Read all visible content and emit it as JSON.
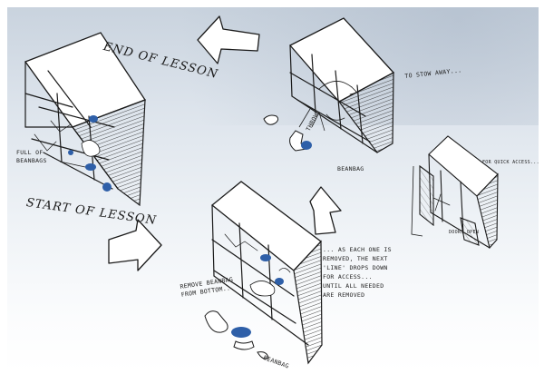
{
  "sketch": {
    "end_label": "End of Lesson",
    "start_label": "Start of Lesson",
    "full_label": "Full of\nbeanbags",
    "stow_label": "to stow away...",
    "throw_label": "Throw",
    "beanbag_top_label": "Beanbag",
    "quick_access_label": "for quick access...",
    "doors_open_label": "doors open",
    "remove_label": "Remove beanbag\nfrom bottom...",
    "as_each_label": "... as each one is\nremoved, the next\n'line' drops down\nfor access...\nuntil all needed\nare removed",
    "beanbag_bottom_label": "Beanbag"
  },
  "colors": {
    "ink": "#1a1a1a",
    "beanbag_blue": "#2e5fa8",
    "paper_top": "#c9d3de",
    "paper_bottom": "#ffffff"
  }
}
